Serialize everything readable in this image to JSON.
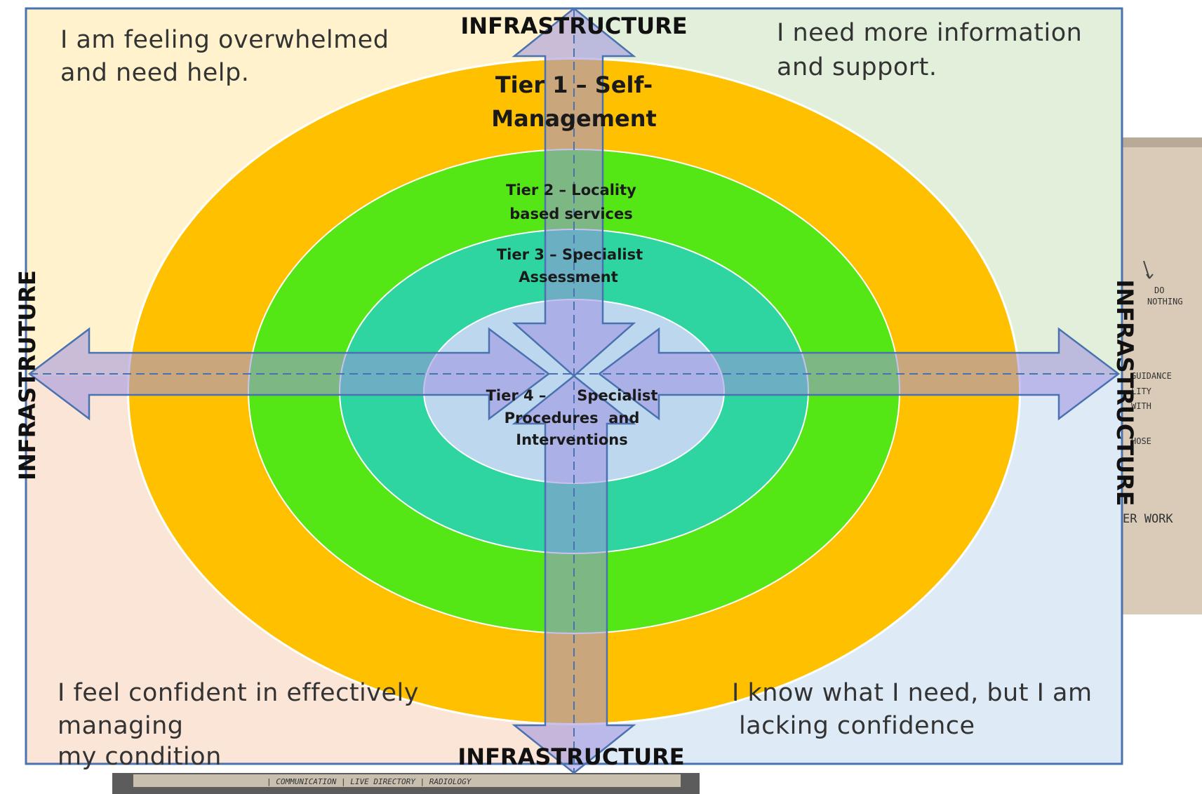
{
  "quadrants": {
    "top_left": [
      "I am feeling overwhelmed",
      "and need help."
    ],
    "top_right": [
      "I need more information",
      "and support."
    ],
    "bottom_left": [
      "I feel confident in effectively",
      "managing",
      "my condition"
    ],
    "bottom_right": [
      "I know what I need, but I am",
      "lacking confidence"
    ]
  },
  "infrastructure": {
    "top": "INFRASTRUCTURE",
    "bottom": "INFRASTRUCTURE",
    "left": "INFRASTRUTURE",
    "right": "INFRASTRUCTURE"
  },
  "tiers": [
    {
      "lines": [
        "Tier 1 – Self-",
        "Management"
      ]
    },
    {
      "lines": [
        "Tier 2 –  Locality",
        "based services"
      ]
    },
    {
      "lines": [
        "Tier 3 –  Specialist",
        "Assessment"
      ]
    },
    {
      "lines": [
        "Tier 4 –      Specialist",
        "Procedures  and",
        "Interventions"
      ]
    }
  ],
  "photo_fragments": {
    "right": [
      "DO",
      "NOTHING",
      "GUIDANCE",
      "LITY",
      "WITH",
      "HOSE",
      "ER WORK"
    ],
    "bottom": "| COMMUNICATION | LIVE  DIRECTORY | RADIOLOGY"
  },
  "colors": {
    "quad_top_left": "#fff2cc",
    "quad_top_right": "#e2efda",
    "quad_bottom_left": "#fbe5d6",
    "quad_bottom_right": "#deebf7",
    "tier1": "#ffc000",
    "tier2": "#55e616",
    "tier3": "#2fd5a0",
    "tier4": "#bdd7ee",
    "arrow": "#b4a7e8",
    "frame": "#4a72b0"
  }
}
